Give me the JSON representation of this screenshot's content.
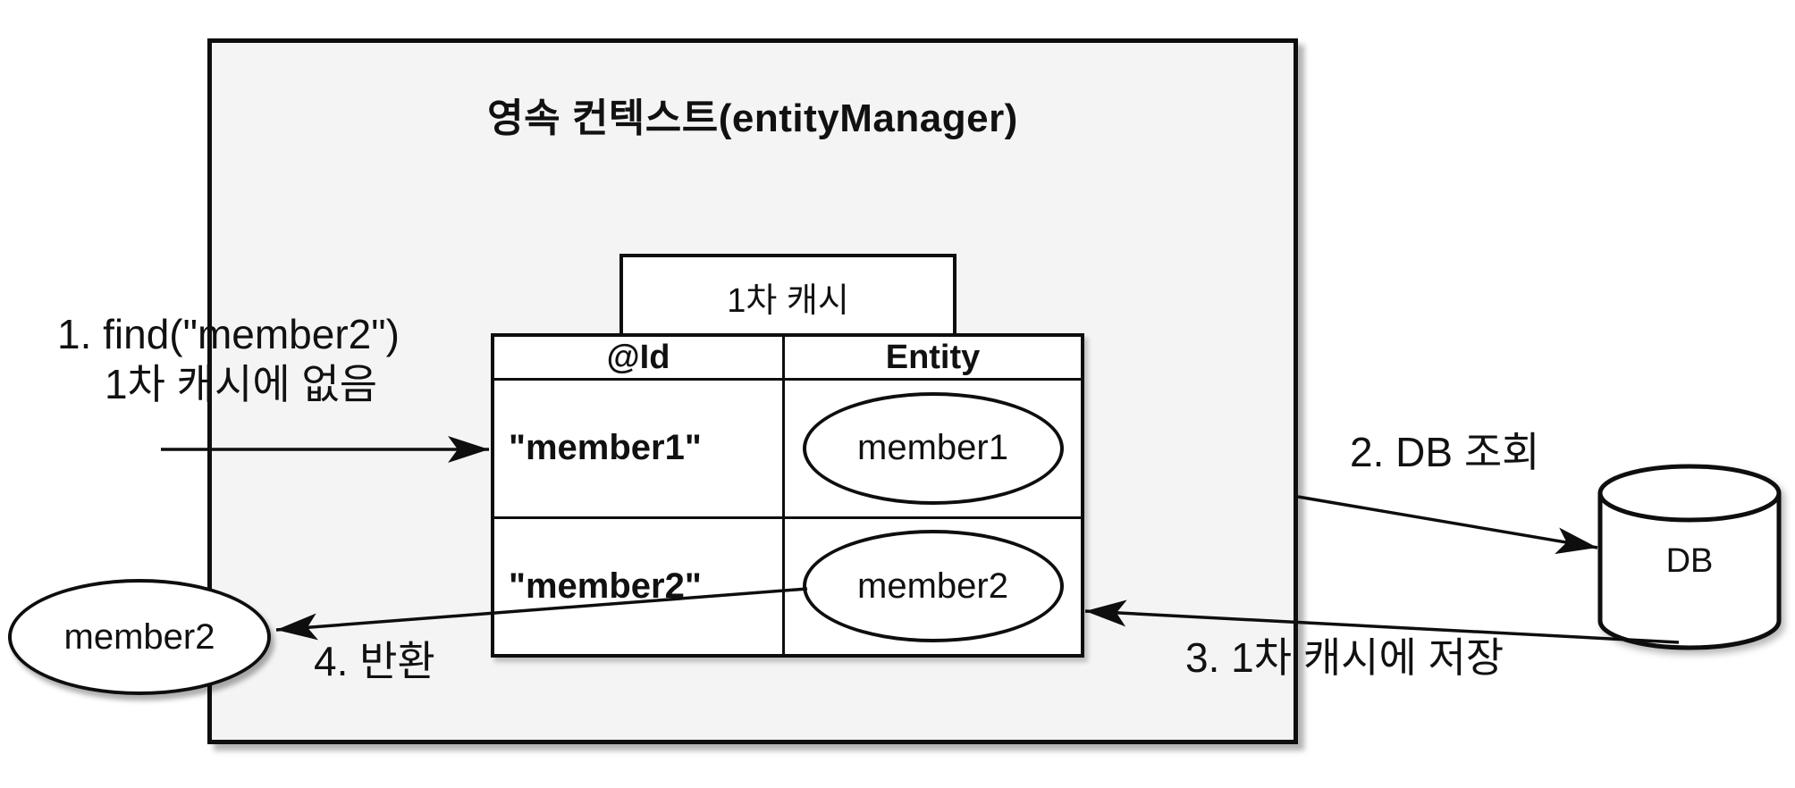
{
  "diagram": {
    "title": "영속 컨텍스트(entityManager)",
    "cache_label": "1차 캐시",
    "table": {
      "headers": [
        "@Id",
        "Entity"
      ],
      "rows": [
        {
          "id": "\"member1\"",
          "entity": "member1"
        },
        {
          "id": "\"member2\"",
          "entity": "member2"
        }
      ]
    },
    "result_entity": "member2",
    "db_label": "DB",
    "steps": {
      "step1_line1": "1. find(\"member2\")",
      "step1_line2": "1차 캐시에 없음",
      "step2": "2. DB 조회",
      "step3": "3. 1차 캐시에 저장",
      "step4": "4. 반환"
    },
    "colors": {
      "background": "#ffffff",
      "box_fill": "#f4f4f4",
      "line": "#0e0e0e"
    }
  }
}
